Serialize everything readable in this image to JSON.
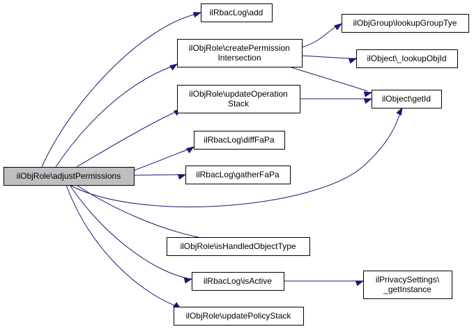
{
  "diagram": {
    "colors": {
      "edge": "#191970",
      "root_fill": "#bfbfbf",
      "node_fill": "#ffffff",
      "node_border": "#000000"
    },
    "nodes": [
      {
        "id": "root",
        "lines": [
          "ilObjRole\\adjustPermissions"
        ]
      },
      {
        "id": "add",
        "lines": [
          "ilRbacLog\\add"
        ]
      },
      {
        "id": "createPerm",
        "lines": [
          "ilObjRole\\createPermission",
          "Intersection"
        ]
      },
      {
        "id": "updateOp",
        "lines": [
          "ilObjRole\\updateOperation",
          "Stack"
        ]
      },
      {
        "id": "diffFaPa",
        "lines": [
          "ilRbacLog\\diffFaPa"
        ]
      },
      {
        "id": "gatherFaPa",
        "lines": [
          "ilRbacLog\\gatherFaPa"
        ]
      },
      {
        "id": "isHandled",
        "lines": [
          "ilObjRole\\isHandledObjectType"
        ]
      },
      {
        "id": "isActive",
        "lines": [
          "ilRbacLog\\isActive"
        ]
      },
      {
        "id": "updatePolicy",
        "lines": [
          "ilObjRole\\updatePolicyStack"
        ]
      },
      {
        "id": "lookupGroup",
        "lines": [
          "ilObjGroup\\lookupGroupTye"
        ]
      },
      {
        "id": "lookupObj",
        "lines": [
          "ilObject\\_lookupObjId"
        ]
      },
      {
        "id": "getId",
        "lines": [
          "ilObject\\getId"
        ]
      },
      {
        "id": "privacy",
        "lines": [
          "ilPrivacySettings\\",
          "_getInstance"
        ]
      }
    ],
    "edges": [
      [
        "root",
        "add"
      ],
      [
        "root",
        "createPerm"
      ],
      [
        "root",
        "updateOp"
      ],
      [
        "root",
        "diffFaPa"
      ],
      [
        "root",
        "gatherFaPa"
      ],
      [
        "root",
        "getId"
      ],
      [
        "root",
        "isHandled"
      ],
      [
        "root",
        "isActive"
      ],
      [
        "root",
        "updatePolicy"
      ],
      [
        "createPerm",
        "lookupGroup"
      ],
      [
        "createPerm",
        "lookupObj"
      ],
      [
        "createPerm",
        "getId"
      ],
      [
        "updateOp",
        "getId"
      ],
      [
        "isActive",
        "privacy"
      ]
    ]
  }
}
